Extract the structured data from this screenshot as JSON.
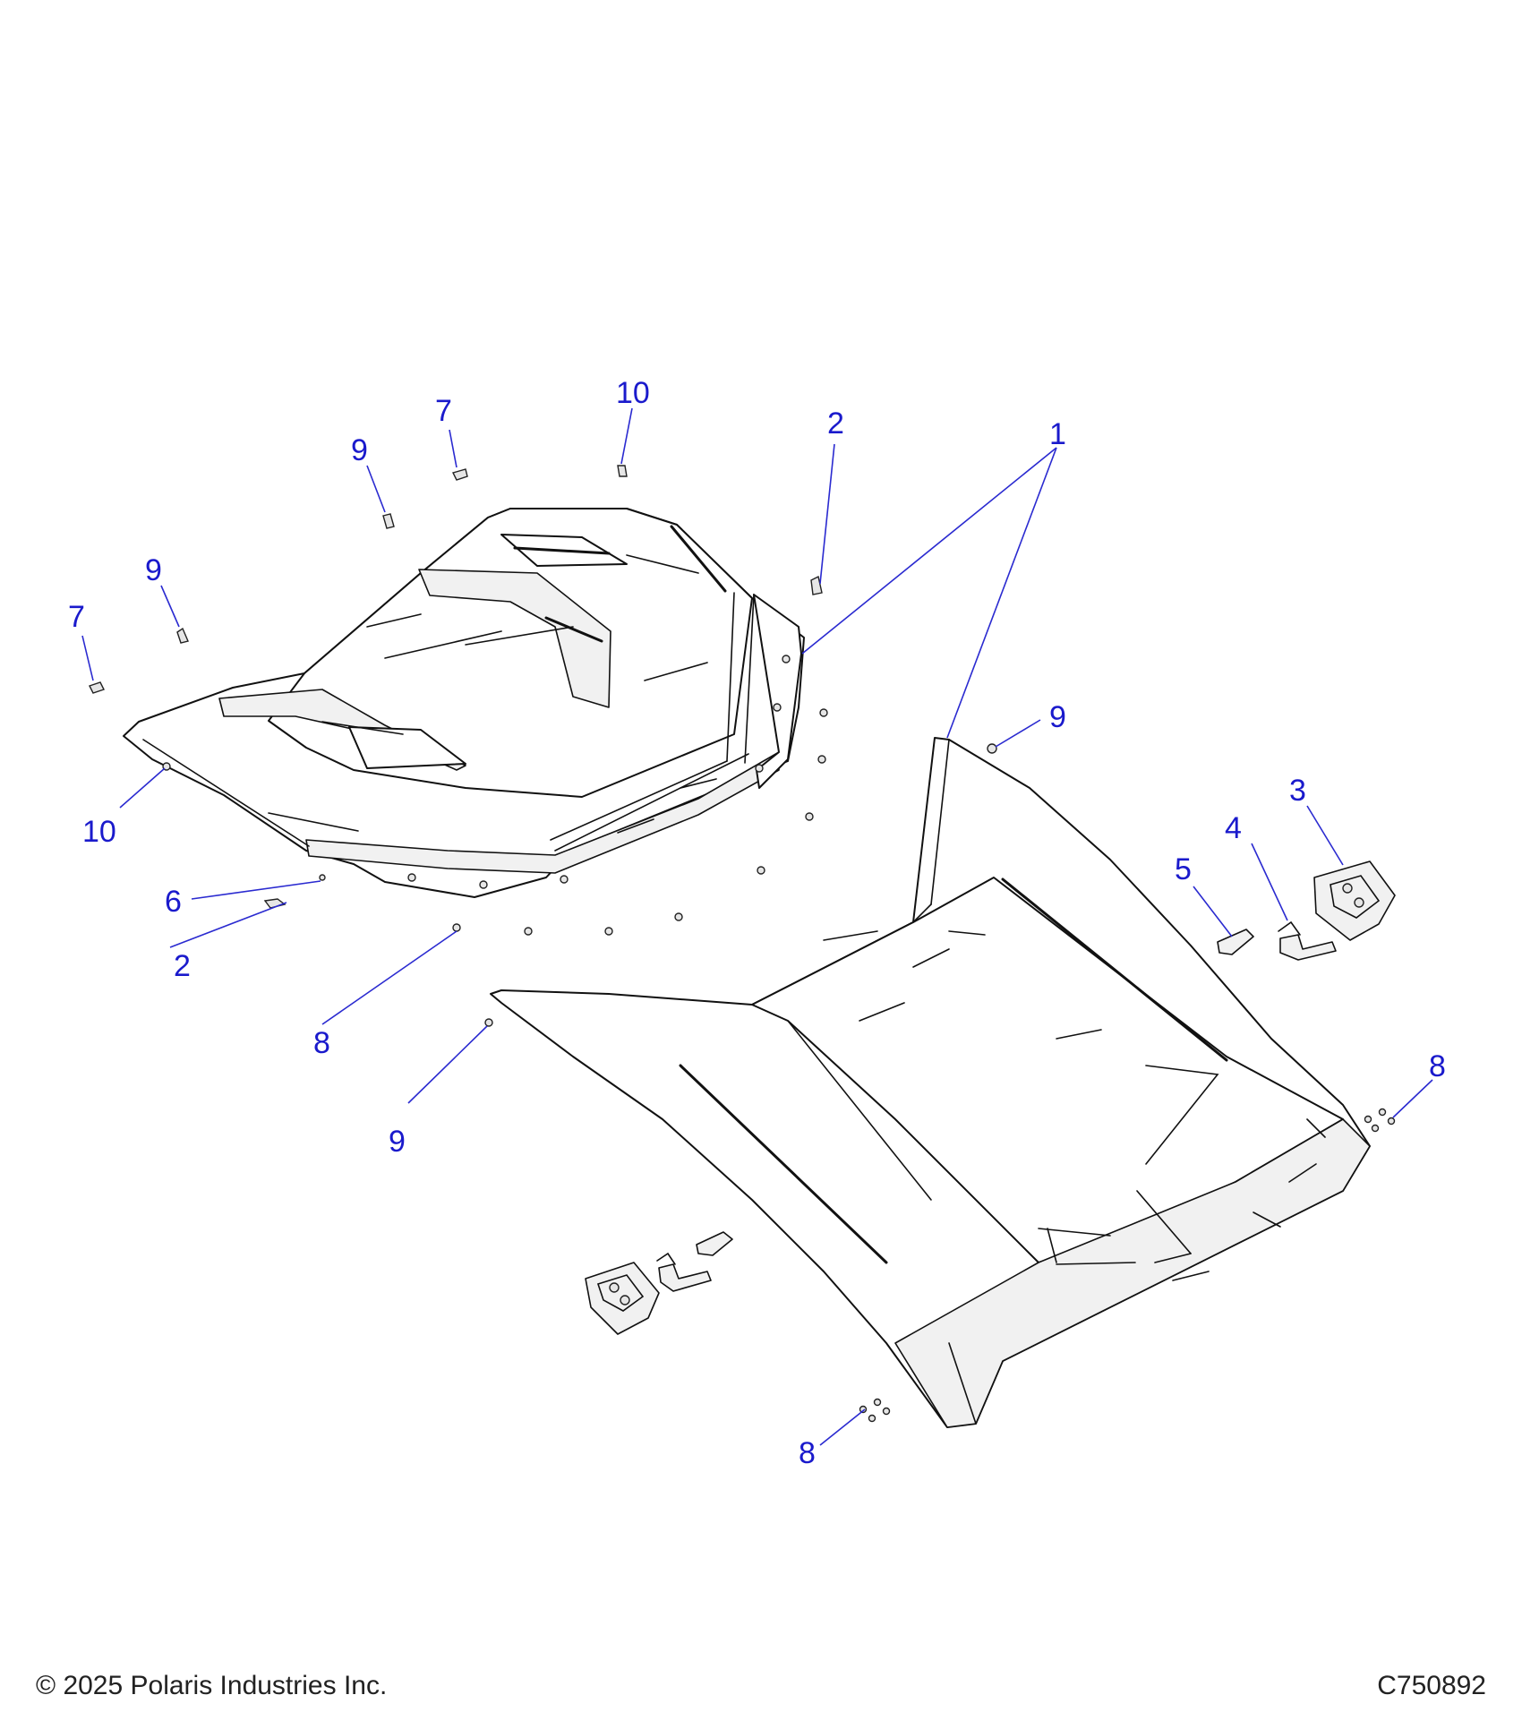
{
  "callouts": {
    "c1": "1",
    "c2a": "2",
    "c2b": "2",
    "c3": "3",
    "c4": "4",
    "c5": "5",
    "c6": "6",
    "c7a": "7",
    "c7b": "7",
    "c8a": "8",
    "c8b": "8",
    "c8c": "8",
    "c9a": "9",
    "c9b": "9",
    "c9c": "9",
    "c9d": "9",
    "c10a": "10",
    "c10b": "10"
  },
  "footer": {
    "copyright": "© 2025 Polaris Industries Inc.",
    "figure_id": "C750892"
  },
  "colors": {
    "callout": "#1a1acc",
    "line": "#111111"
  }
}
